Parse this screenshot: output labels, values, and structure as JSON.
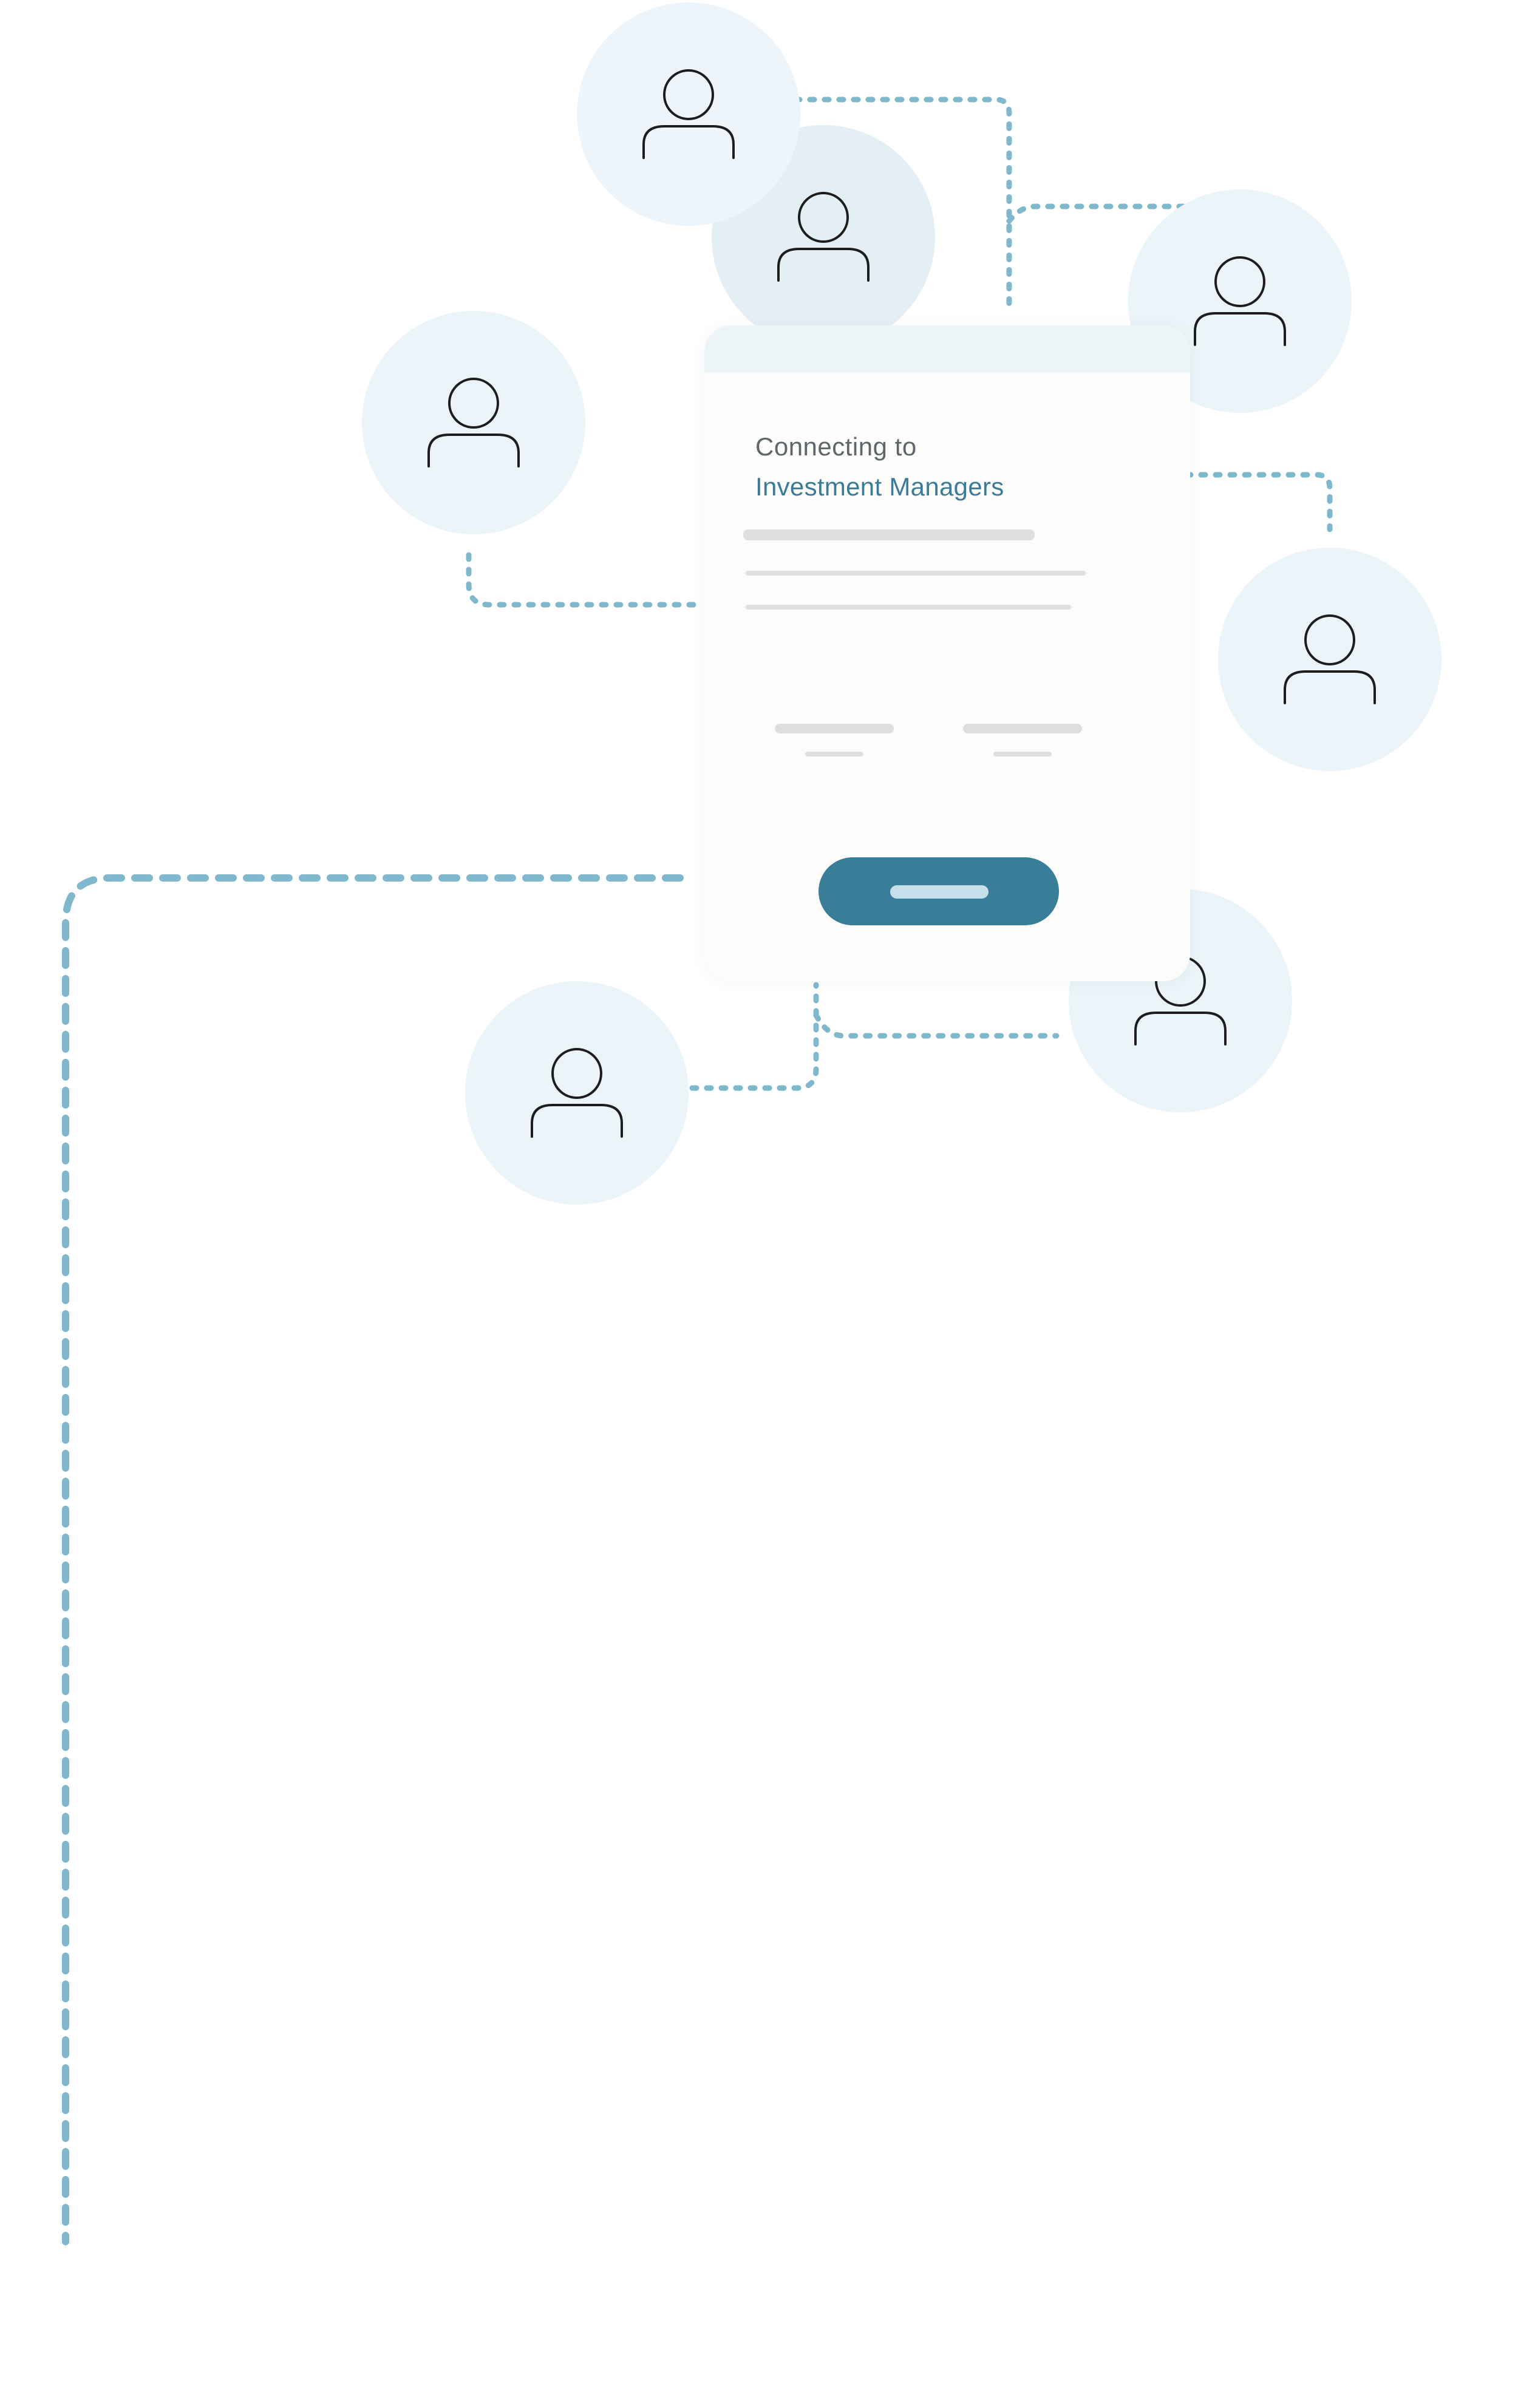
{
  "colors": {
    "connector": "#7fb8cd",
    "avatar_fill": "#ebf4f8",
    "avatar_fill_alt": "#e4eff5",
    "accent": "#3a7d99",
    "title_text": "#3a7b99",
    "subtitle_text": "#5f666b",
    "placeholder": "#dedede"
  },
  "avatars": [
    {
      "id": "top-left",
      "icon": "user-icon"
    },
    {
      "id": "top-center",
      "icon": "user-icon"
    },
    {
      "id": "top-right",
      "icon": "user-icon"
    },
    {
      "id": "left",
      "icon": "user-icon"
    },
    {
      "id": "right",
      "icon": "user-icon"
    },
    {
      "id": "bottom-left",
      "icon": "user-icon"
    },
    {
      "id": "bottom-right",
      "icon": "user-icon"
    }
  ],
  "card": {
    "subtitle": "Connecting to",
    "title": "Investment Managers",
    "button_icon": "placeholder-bar"
  }
}
